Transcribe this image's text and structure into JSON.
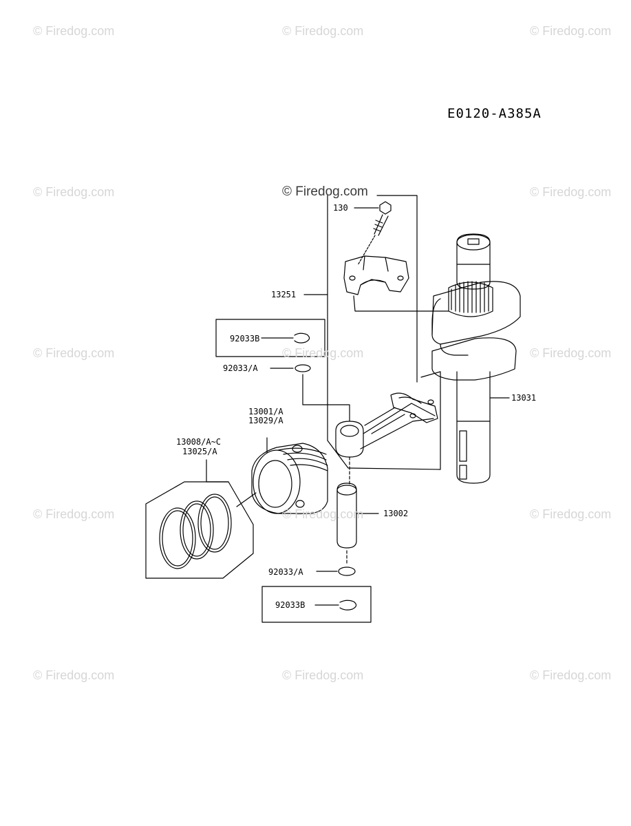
{
  "watermarks": [
    "© Firedog.com",
    "© Firedog.com",
    "© Firedog.com",
    "© Firedog.com",
    "© Firedog.com",
    "© Firedog.com",
    "© Firedog.com",
    "© Firedog.com",
    "© Firedog.com",
    "© Firedog.com",
    "© Firedog.com",
    "© Firedog.com",
    "© Firedog.com",
    "© Firedog.com",
    "© Firedog.com"
  ],
  "center_watermark": "© Firedog.com",
  "diagram_code": "E0120-A385A",
  "parts": {
    "bolt": "130",
    "connecting_rod_assy": "13251",
    "clip_boxed_top": "92033B",
    "clip_top": "92033/A",
    "piston_line1": "13001/A",
    "piston_line2": "13029/A",
    "rings_line1": "13008/A~C",
    "rings_line2": "13025/A",
    "crankshaft": "13031",
    "piston_pin": "13002",
    "clip_bottom": "92033/A",
    "clip_boxed_bottom": "92033B"
  }
}
